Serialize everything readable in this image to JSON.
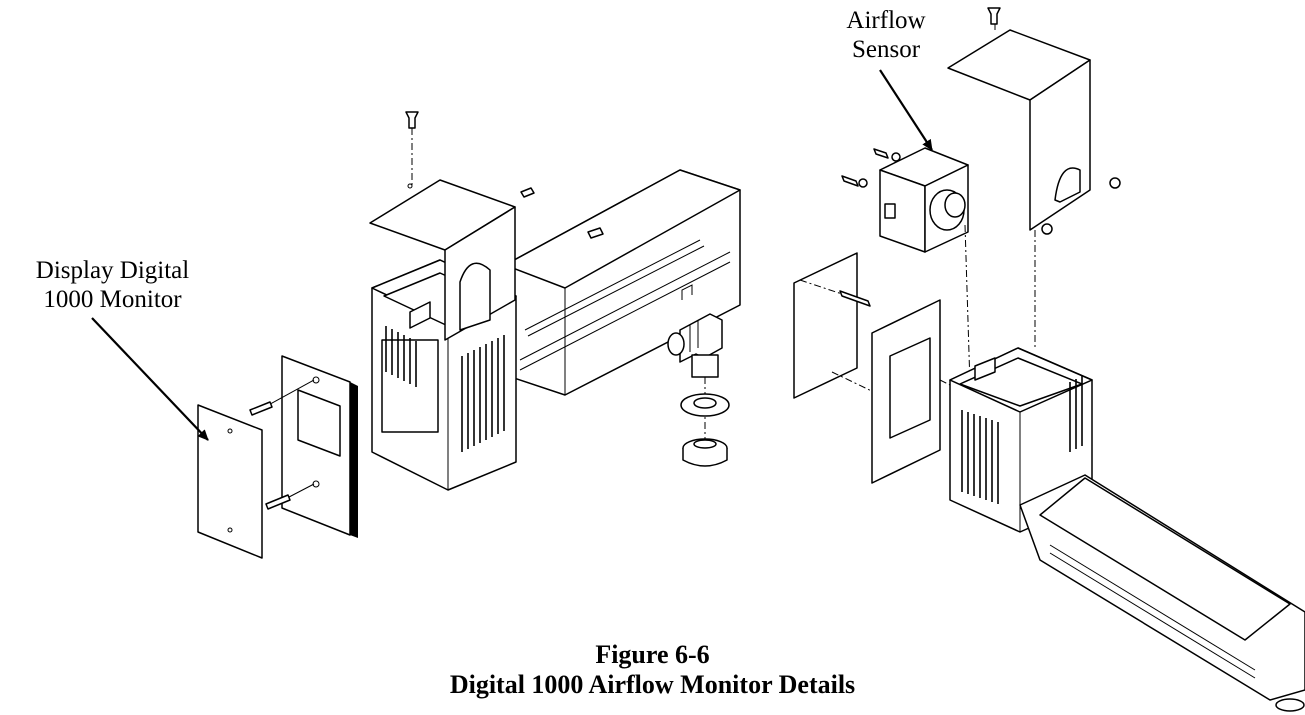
{
  "callouts": {
    "display_monitor": {
      "line1": "Display Digital",
      "line2": "1000 Monitor"
    },
    "airflow_sensor": {
      "line1": "Airflow",
      "line2": "Sensor"
    }
  },
  "caption": {
    "figure_number": "Figure 6-6",
    "figure_title": "Digital 1000 Airflow Monitor Details"
  }
}
